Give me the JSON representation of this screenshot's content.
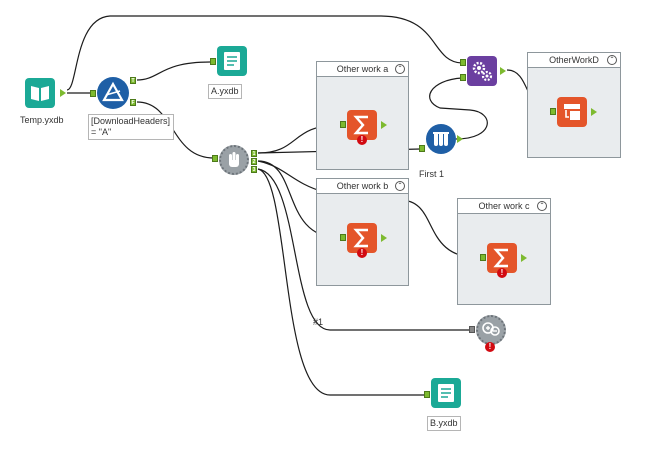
{
  "tools": {
    "input": {
      "label": "Temp.yxdb",
      "icon": "book-input-icon",
      "color": "#1ba996"
    },
    "filter": {
      "label": "[DownloadHeaders] = \"A\"",
      "icon": "filter-triangle-icon",
      "color": "#1f5fa6",
      "true_anchor": "T",
      "false_anchor": "F"
    },
    "output_a": {
      "label": "A.yxdb",
      "icon": "document-output-icon",
      "color": "#1ba996"
    },
    "output_b": {
      "label": "B.yxdb",
      "icon": "document-output-icon",
      "color": "#1ba996"
    },
    "block_until_done": {
      "icon": "hand-stop-icon",
      "anchors": [
        "1",
        "2",
        "3"
      ]
    },
    "sample": {
      "label": "First 1",
      "icon": "test-tubes-icon",
      "color": "#1f5fa6"
    },
    "formula_gear": {
      "icon": "gears-icon",
      "color": "#6b3fa0"
    },
    "message": {
      "label": "#1",
      "icon": "plus-minus-icon",
      "error": "!"
    },
    "summarize_color": "#e4552a"
  },
  "containers": {
    "work_a": {
      "title": "Other work a",
      "collapse": "⌃"
    },
    "work_b": {
      "title": "Other work b",
      "collapse": "⌃"
    },
    "work_c": {
      "title": "Other work c",
      "collapse": "⌃"
    },
    "work_d": {
      "title": "OtherWorkD",
      "collapse": "⌃"
    }
  },
  "error_glyph": "!"
}
